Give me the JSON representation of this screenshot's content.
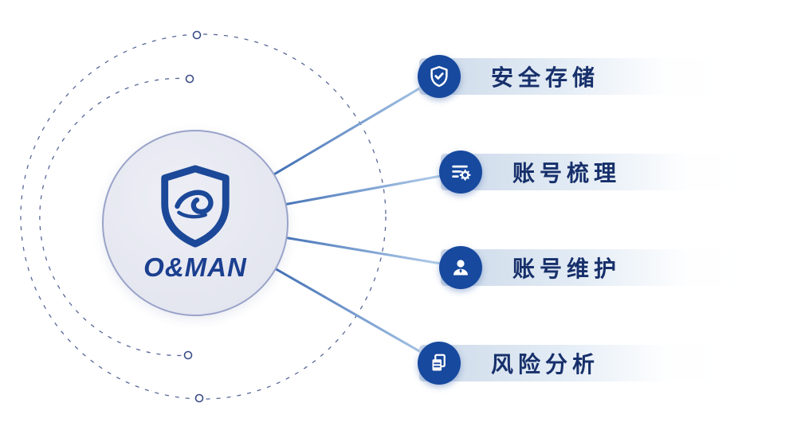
{
  "logo": {
    "title": "O&MAN",
    "icon": "shield-wave-logo-icon"
  },
  "features": [
    {
      "label": "安全存储",
      "icon": "shield-check-icon"
    },
    {
      "label": "账号梳理",
      "icon": "list-gear-icon"
    },
    {
      "label": "账号维护",
      "icon": "person-icon"
    },
    {
      "label": "风险分析",
      "icon": "documents-icon"
    }
  ],
  "colors": {
    "primary": "#17499e",
    "logo_text": "#1b3f8f",
    "label_text": "#17306b",
    "circle_fill": "#e4e6f0",
    "circle_border": "#9aa3c9",
    "bar_gradient_start": "#ccd9e9",
    "dashed_orbit": "#3a4c86",
    "connector_start": "#3f6db4",
    "connector_end": "#b7d2ec"
  }
}
